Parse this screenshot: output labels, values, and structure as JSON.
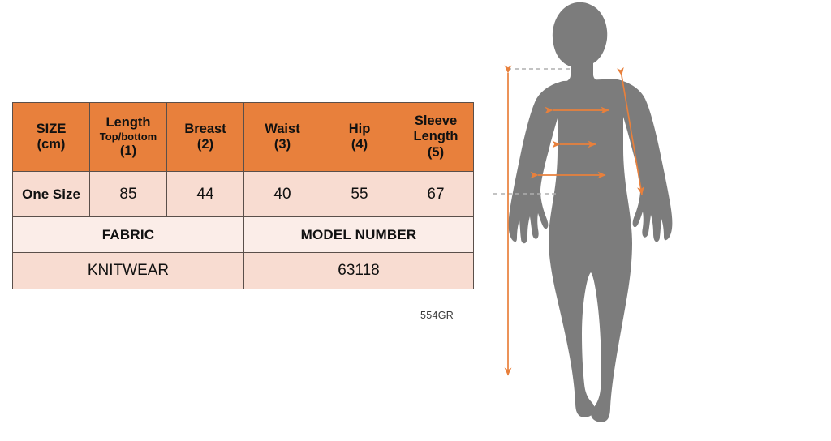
{
  "size_table": {
    "headers": [
      {
        "main": "SIZE",
        "sub": "",
        "unit": "(cm)"
      },
      {
        "main": "Length",
        "sub": "Top/bottom",
        "unit": "(1)"
      },
      {
        "main": "Breast",
        "sub": "",
        "unit": "(2)"
      },
      {
        "main": "Waist",
        "sub": "",
        "unit": "(3)"
      },
      {
        "main": "Hip",
        "sub": "",
        "unit": "(4)"
      },
      {
        "main": "Sleeve",
        "sub": "Length",
        "unit": "(5)"
      }
    ],
    "rows": [
      {
        "size": "One Size",
        "length": "85",
        "breast": "44",
        "waist": "40",
        "hip": "55",
        "sleeve": "67"
      }
    ],
    "info": {
      "fabric_label": "FABRIC",
      "model_label": "MODEL NUMBER",
      "fabric_value": "KNITWEAR",
      "model_value": "63118"
    }
  },
  "fabric_code": "554GR",
  "figure": {
    "badges": [
      {
        "id": "1",
        "measure": "Length Top/bottom"
      },
      {
        "id": "2",
        "measure": "Breast"
      },
      {
        "id": "3",
        "measure": "Waist"
      },
      {
        "id": "4",
        "measure": "Hip"
      },
      {
        "id": "5",
        "measure": "Sleeve Length"
      }
    ]
  },
  "colors": {
    "accent_orange": "#E8803C",
    "header_orange": "#E8803C",
    "row_peach": "#F8DCD1",
    "label_peach": "#FBEDE8",
    "silhouette_gray": "#7C7C7C",
    "border_gray": "#5a4f4a",
    "guide_gray": "#AFAFAF"
  }
}
